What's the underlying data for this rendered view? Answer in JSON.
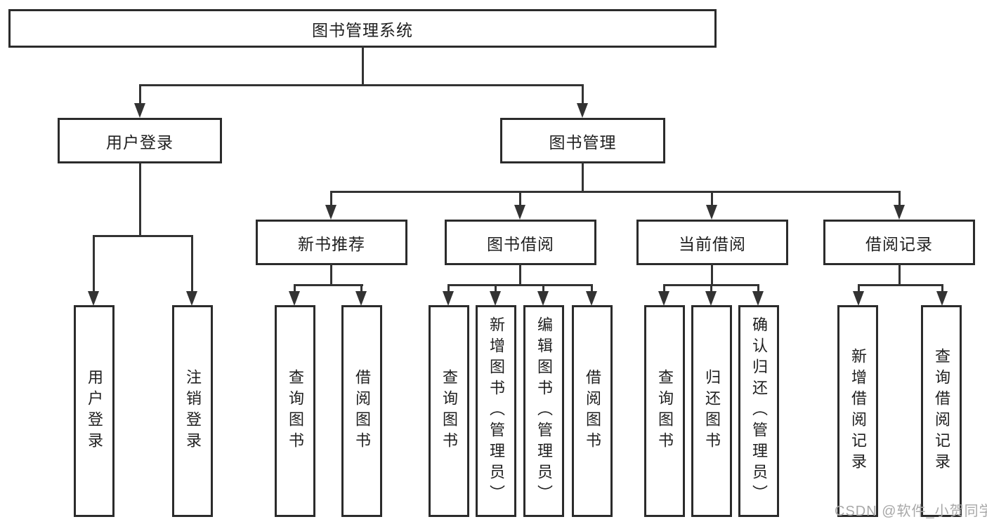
{
  "colors": {
    "background": "#ffffff",
    "box_border": "#2b2b2b",
    "connector_line": "#333333",
    "text": "#1f1f1f",
    "watermark_text": "#a8a8a8"
  },
  "icons": {
    "arrow": "arrow-down-icon"
  },
  "tree": {
    "root": "图书管理系统",
    "user_login": {
      "label": "用户登录",
      "children": [
        "用户登录",
        "注销登录"
      ]
    },
    "book_mgmt": {
      "label": "图书管理",
      "children": [
        {
          "label": "新书推荐",
          "children": [
            "查询图书",
            "借阅图书"
          ]
        },
        {
          "label": "图书借阅",
          "children": [
            "查询图书",
            "新增图书（管理员）",
            "编辑图书（管理员）",
            "借阅图书"
          ]
        },
        {
          "label": "当前借阅",
          "children": [
            "查询图书",
            "归还图书",
            "确认归还（管理员）"
          ]
        },
        {
          "label": "借阅记录",
          "children": [
            "新增借阅记录",
            "查询借阅记录"
          ]
        }
      ]
    }
  },
  "watermark": "CSDN @软件_小贺同学"
}
